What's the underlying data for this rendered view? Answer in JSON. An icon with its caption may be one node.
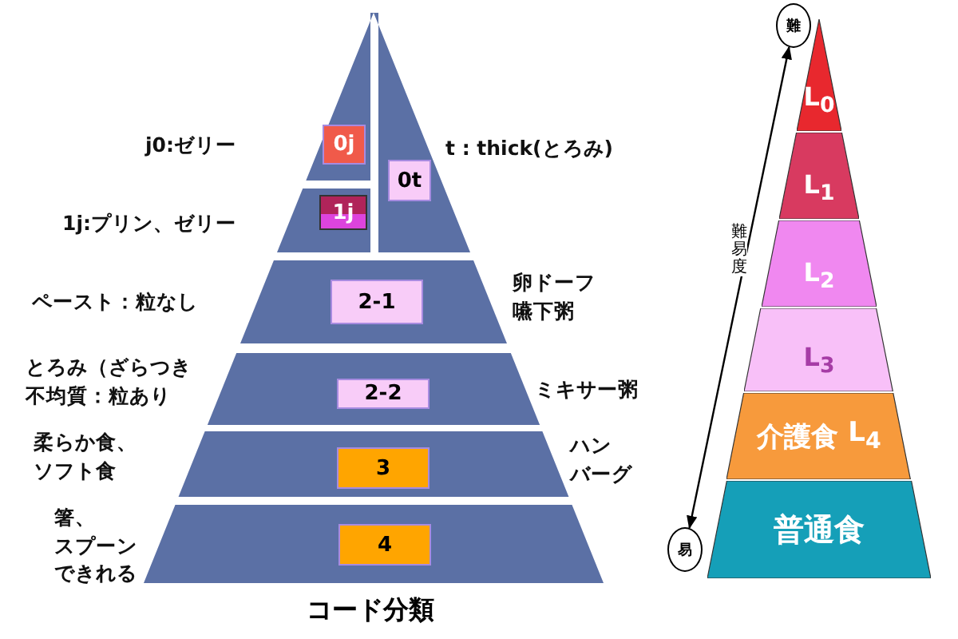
{
  "diagram": {
    "caption": "コード分類",
    "nodes": [
      {
        "text": [
          "0j"
        ]
      },
      {
        "text": [
          "0t"
        ]
      },
      {
        "text": [
          "1j"
        ]
      },
      {
        "text": [
          "2-1"
        ]
      },
      {
        "text": [
          "2-2"
        ]
      },
      {
        "text": [
          "3"
        ]
      },
      {
        "text": [
          "4"
        ]
      },
      {
        "text": [
          "難"
        ]
      },
      {
        "text": [
          "L$_{0}$"
        ]
      },
      {
        "text": [
          "L$_{1}$"
        ]
      },
      {
        "text": [
          "L$_{2}$"
        ]
      },
      {
        "text": [
          "L$_{3}$"
        ]
      },
      {
        "text": [
          "介護食",
          "L$_{4}$"
        ]
      },
      {
        "text": [
          "普通食"
        ]
      },
      {
        "text": [
          "易"
        ]
      }
    ],
    "edges": [
      {
        "from": 14,
        "to": 7,
        "arrow": "both",
        "label": "難易度"
      }
    ],
    "labels": [
      "j0:ゼリー",
      "t : thick(とろみ)",
      "1j:プリン、ゼリー",
      "ペースト：粒なし",
      "卵ドーフ嚥下粥",
      "とろみ（ざらつき不均質：粒あり",
      "ミキサー粥",
      "柔らか食、ソフト食",
      "ハンバーグ",
      "箸、スプーンできれる"
    ]
  }
}
